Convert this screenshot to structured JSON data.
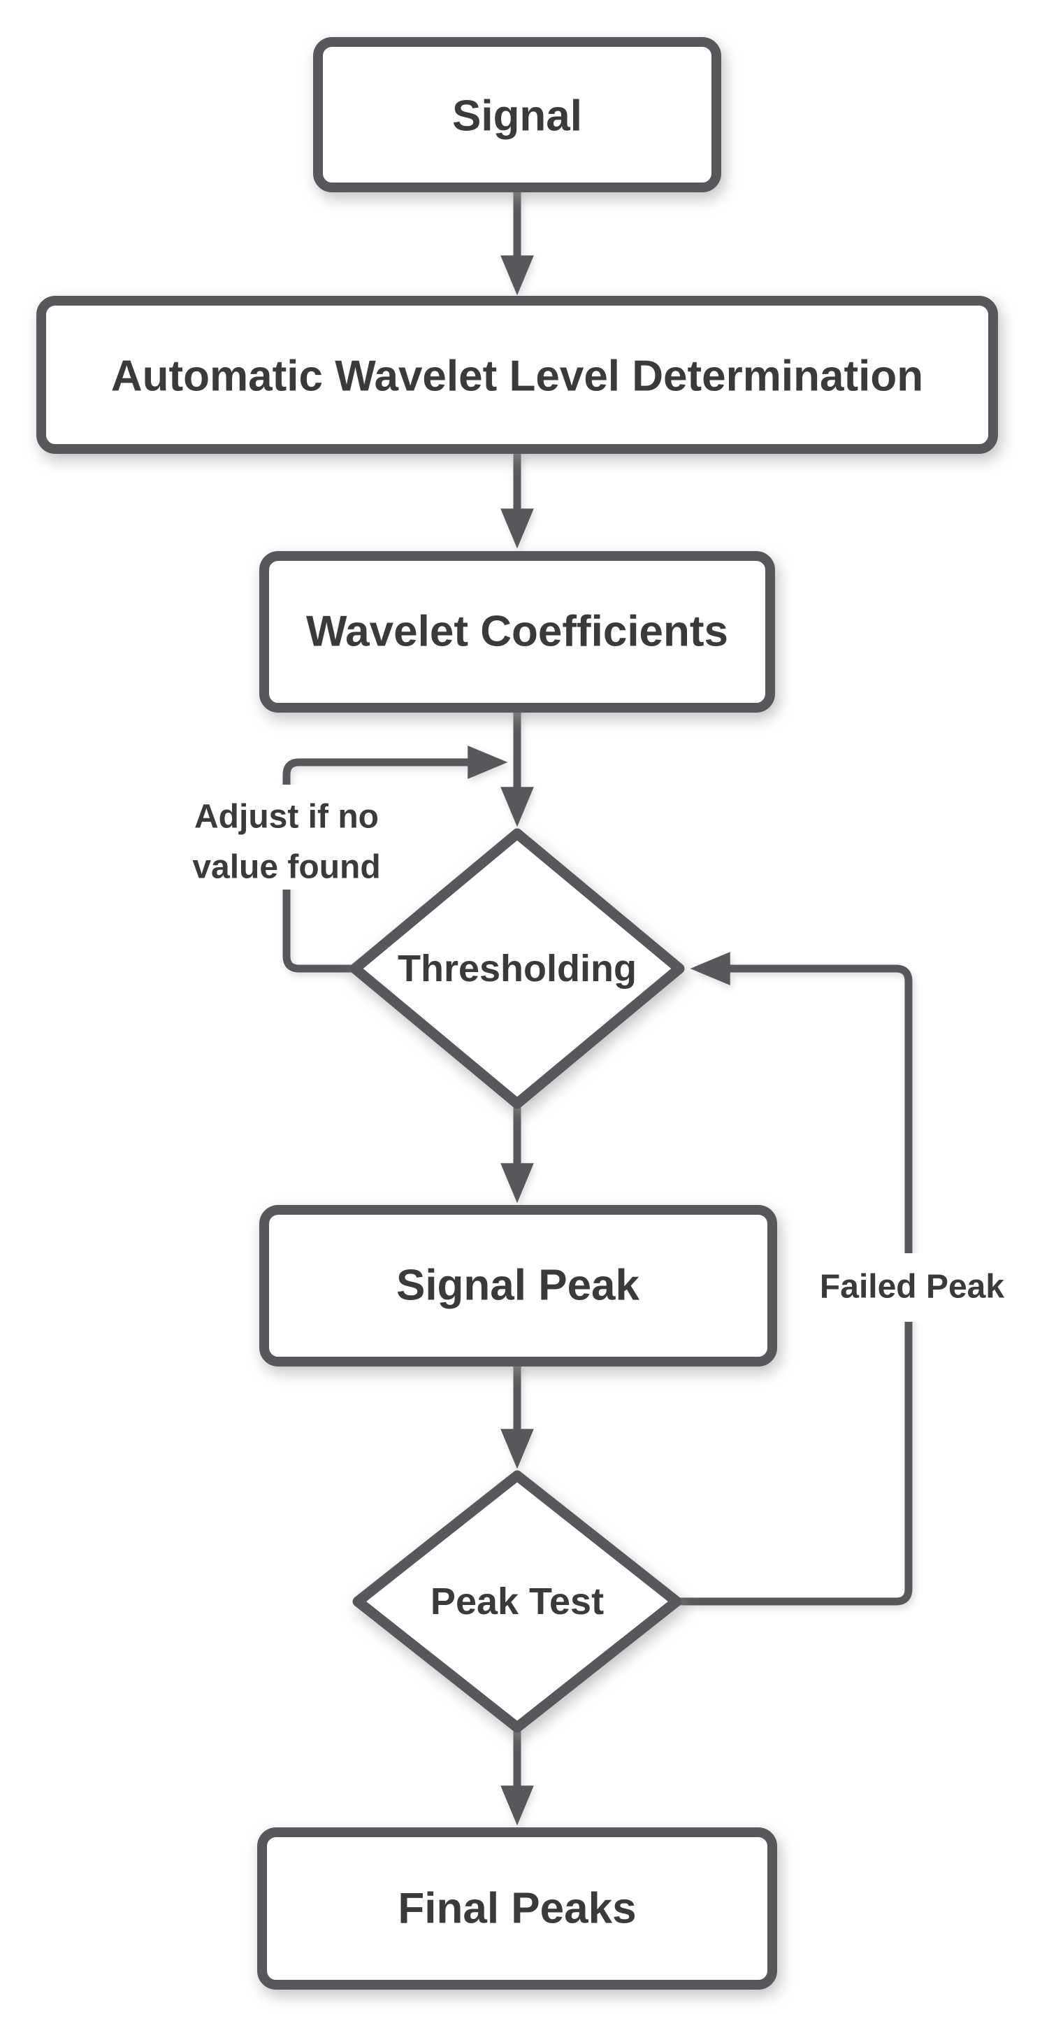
{
  "diagram": {
    "type": "flowchart",
    "background_color": "#ffffff",
    "colors": {
      "shape_border": "#58585b",
      "shape_fill": "#ffffff",
      "connector_line": "#58585b",
      "label_text": "#3a3a3c",
      "shadow": "#9b9b9b"
    },
    "nodes": [
      {
        "id": "signal",
        "shape": "rounded-rectangle",
        "label": "Signal"
      },
      {
        "id": "automatic-wavelet-level-determination",
        "shape": "rounded-rectangle",
        "label": "Automatic Wavelet Level Determination"
      },
      {
        "id": "wavelet-coefficients",
        "shape": "rounded-rectangle",
        "label": "Wavelet Coefficients"
      },
      {
        "id": "thresholding",
        "shape": "diamond",
        "label": "Thresholding"
      },
      {
        "id": "signal-peak",
        "shape": "rounded-rectangle",
        "label": "Signal Peak"
      },
      {
        "id": "peak-test",
        "shape": "diamond",
        "label": "Peak Test"
      },
      {
        "id": "final-peaks",
        "shape": "rounded-rectangle",
        "label": "Final Peaks"
      }
    ],
    "edges": [
      {
        "from": "signal",
        "to": "automatic-wavelet-level-determination",
        "label": ""
      },
      {
        "from": "automatic-wavelet-level-determination",
        "to": "wavelet-coefficients",
        "label": ""
      },
      {
        "from": "wavelet-coefficients",
        "to": "thresholding",
        "label": ""
      },
      {
        "from": "thresholding",
        "to": "thresholding",
        "label": "Adjust if no value found",
        "label_lines": [
          "Adjust if no",
          "value found"
        ]
      },
      {
        "from": "thresholding",
        "to": "signal-peak",
        "label": ""
      },
      {
        "from": "signal-peak",
        "to": "peak-test",
        "label": ""
      },
      {
        "from": "peak-test",
        "to": "thresholding",
        "label": "Failed Peak"
      },
      {
        "from": "peak-test",
        "to": "final-peaks",
        "label": ""
      }
    ]
  }
}
